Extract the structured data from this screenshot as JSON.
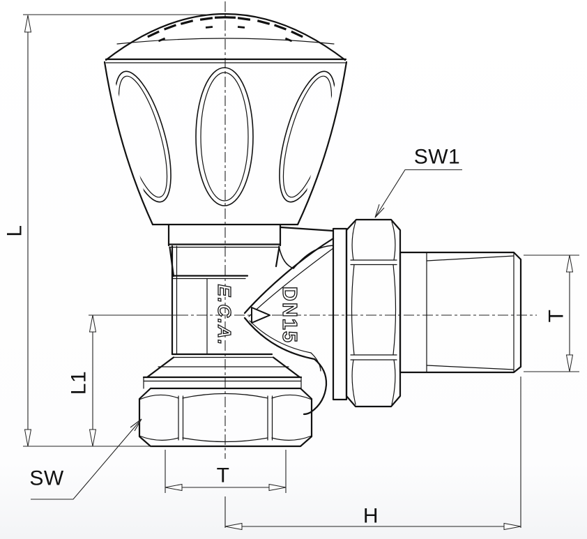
{
  "labels": {
    "overall_height": "L",
    "center_height": "L1",
    "bottom_wrench": "SW",
    "side_wrench": "SW1",
    "bottom_thread": "T",
    "side_thread": "T",
    "length_center_to_end": "H"
  },
  "markings": {
    "brand": "E.C.A.",
    "nominal_size": "DN15"
  },
  "colors": {
    "line": "#111111",
    "dimension_line": "#222222",
    "background": "#ffffff"
  }
}
